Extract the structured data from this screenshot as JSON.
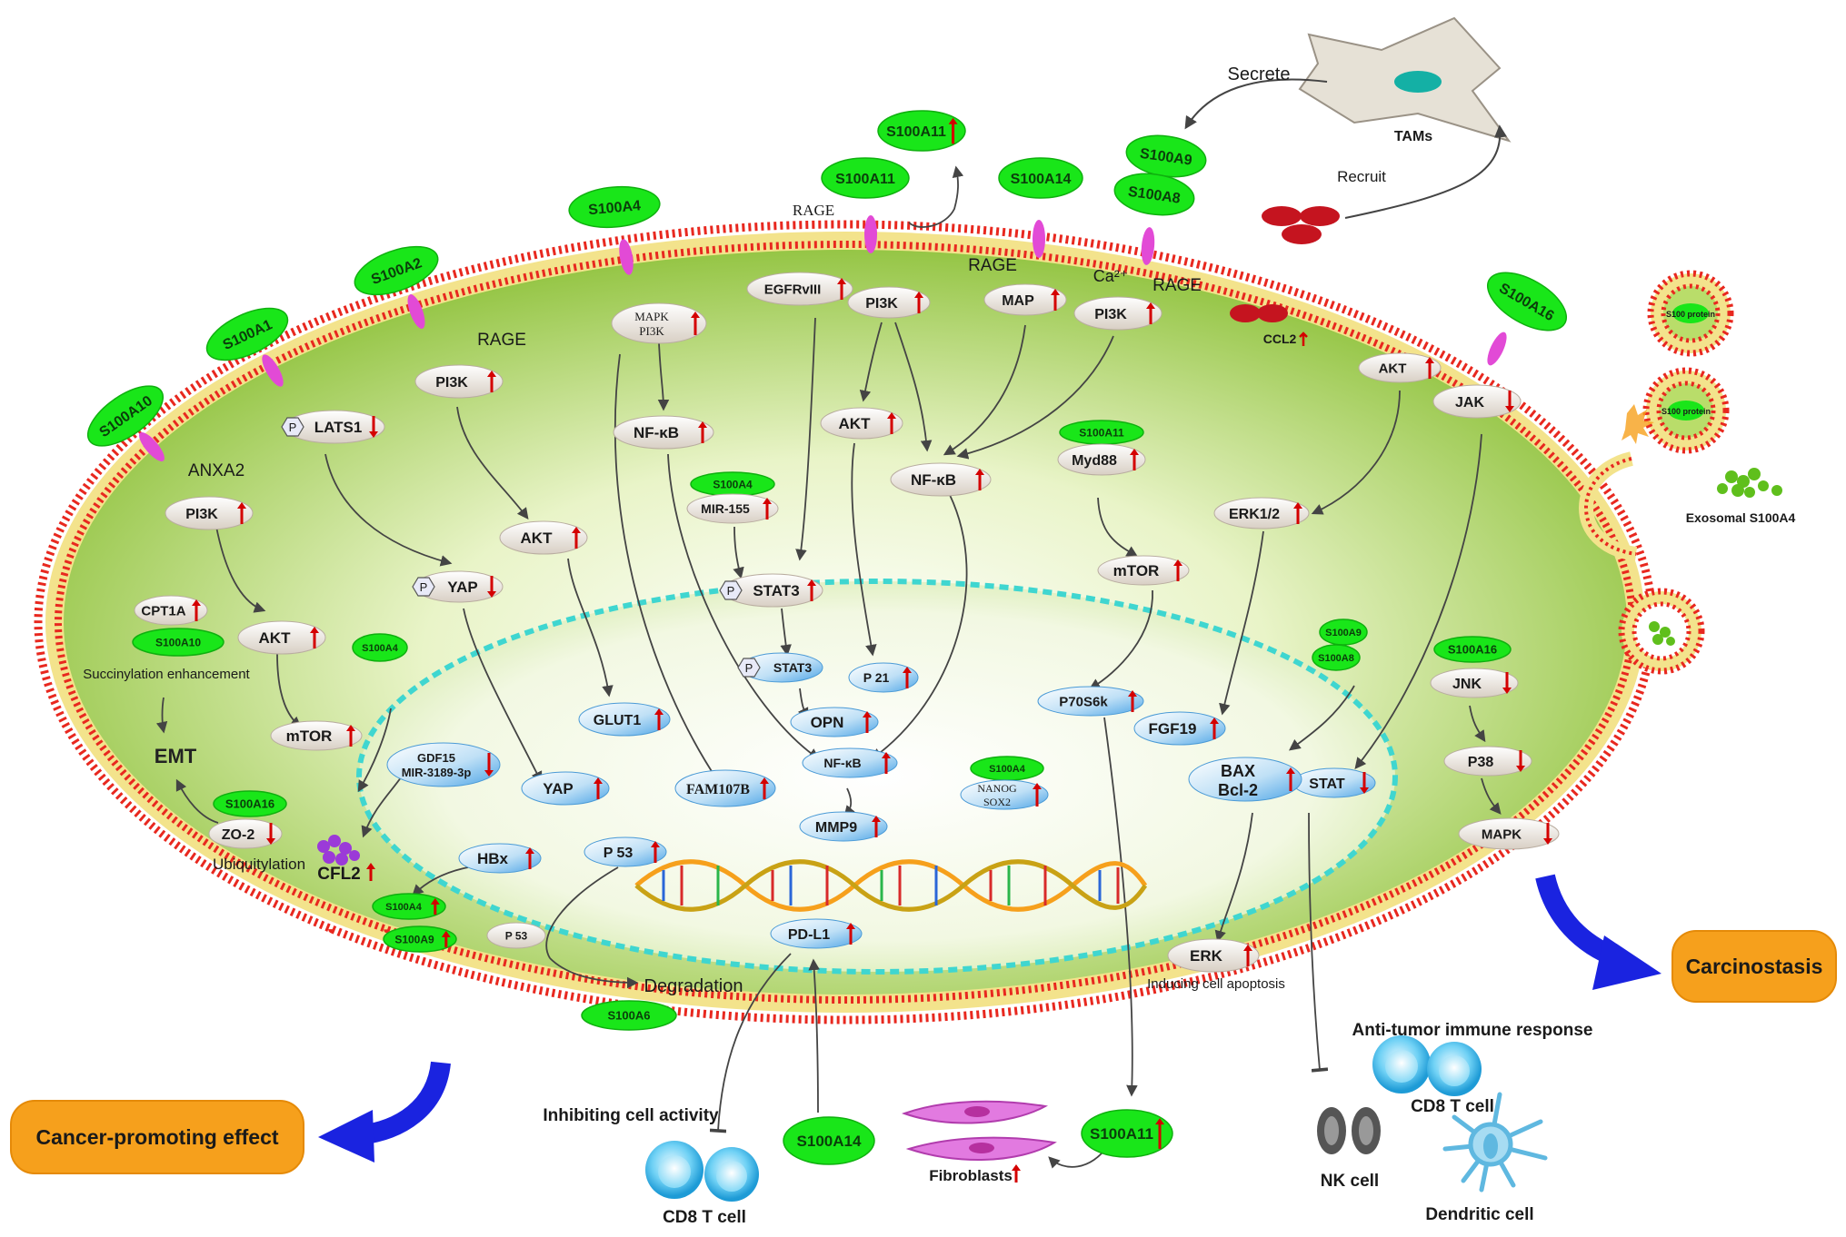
{
  "s100_badges": {
    "s100a10_membrane": "S100A10",
    "s100a1": "S100A1",
    "s100a2": "S100A2",
    "s100a4_membrane": "S100A4",
    "s100a11_membrane": "S100A11",
    "s100a11_top": "S100A11",
    "s100a14_membrane": "S100A14",
    "s100a9_membrane": "S100A9",
    "s100a8_membrane": "S100A8",
    "s100a16_membrane": "S100A16",
    "s100a11_myd88": "S100A11",
    "s100a4_mir155": "S100A4",
    "s100a10_cpt1a": "S100A10",
    "s100a4_gdf15": "S100A4",
    "s100a16_zo2": "S100A16",
    "s100a4_hbx": "S100A4",
    "s100a9_hbx": "S100A9",
    "s100a6_p53": "S100A6",
    "s100a4_nanog": "S100A4",
    "s100a9_bax": "S100A9",
    "s100a8_bax": "S100A8",
    "s100a16_jnk": "S100A16",
    "s100a14_bottom": "S100A14",
    "s100a11_bottom": "S100A11"
  },
  "receptors": {
    "rage_top": "RAGE",
    "rage_mid": "RAGE",
    "rage_left": "RAGE",
    "rage_right": "RAGE",
    "ca2": "Ca²⁺",
    "anxa2": "ANXA2"
  },
  "molecules": {
    "pi3k_left": "PI3K",
    "akt_left": "AKT",
    "mtor_left": "mTOR",
    "cpt1a": "CPT1A",
    "zo2": "ZO-2",
    "lats1": "LATS1",
    "yap_cyto": "YAP",
    "pi3k_rage": "PI3K",
    "akt_rage": "AKT",
    "mapk_pi3k_a": "MAPK",
    "mapk_pi3k_b": "PI3K",
    "nfkb_cyto": "NF-κB",
    "egfrviii": "EGFRvIII",
    "mir155": "MIR-155",
    "stat3_cyto": "STAT3",
    "pi3k_mid": "PI3K",
    "akt_mid": "AKT",
    "map_mid": "MAP",
    "pi3k_ca": "PI3K",
    "nfkb_mid": "NF-κB",
    "myd88": "Myd88",
    "mtor_mid": "mTOR",
    "erk12": "ERK1/2",
    "akt_right": "AKT",
    "jak": "JAK",
    "jnk": "JNK",
    "p38": "P38",
    "mapk_right": "MAPK",
    "ccl2": "CCL2",
    "p53_cyto": "P 53",
    "erk_bottom": "ERK",
    "p_badge": "P"
  },
  "nuclear": {
    "glut1": "GLUT1",
    "yap_nuc": "YAP",
    "gdf15": "GDF15",
    "mir3189": "MIR-3189-3p",
    "fam107b": "FAM107B",
    "stat3_nuc": "STAT3",
    "p21": "P 21",
    "opn": "OPN",
    "nfkb_nuc": "NF-κB",
    "mmp9": "MMP9",
    "hbx": "HBx",
    "p53_nuc": "P 53",
    "pdl1": "PD-L1",
    "nanog": "NANOG",
    "sox2": "SOX2",
    "p70s6k": "P70S6k",
    "fgf19": "FGF19",
    "bax": "BAX",
    "bcl2": "Bcl-2",
    "stat_nuc": "STAT"
  },
  "captions": {
    "secrete": "Secrete",
    "tams": "TAMs",
    "recruit": "Recruit",
    "s100_protein_1": "S100 protein",
    "s100_protein_2": "S100 protein",
    "exosomal": "Exosomal S100A4",
    "succinylation": "Succinylation enhancement",
    "emt": "EMT",
    "ubiquitylation": "Ubiquitylation",
    "cfl2": "CFL2",
    "degradation": "Degradation",
    "apoptosis": "Inducing cell apoptosis",
    "anti_tumor": "Anti-tumor immune response",
    "inhibiting": "Inhibiting cell activity",
    "cd8_left": "CD8 T cell",
    "cd8_right": "CD8 T cell",
    "fibroblasts": "Fibroblasts",
    "nk_cell": "NK cell",
    "dendritic": "Dendritic cell"
  },
  "outcomes": {
    "carcinostasis": "Carcinostasis",
    "cancer_promoting": "Cancer-promoting effect"
  },
  "colors": {
    "s100_green": "#19e619",
    "up_arrow": "#d40000",
    "outcome_orange": "#f6a01c",
    "outcome_arrow": "#1a23e0",
    "nucleus_border": "#3fd6d0",
    "membrane_bead": "#e8281f",
    "receptor": "#e24ad6",
    "cell_fill": "#b9dd6a"
  },
  "icons": [
    "up-arrow-icon",
    "down-arrow-icon",
    "phosphate-icon",
    "dna-helix-icon",
    "t-cell-icon",
    "nk-cell-icon",
    "dendritic-cell-icon",
    "fibroblast-icon",
    "macrophage-icon",
    "vesicle-icon"
  ]
}
